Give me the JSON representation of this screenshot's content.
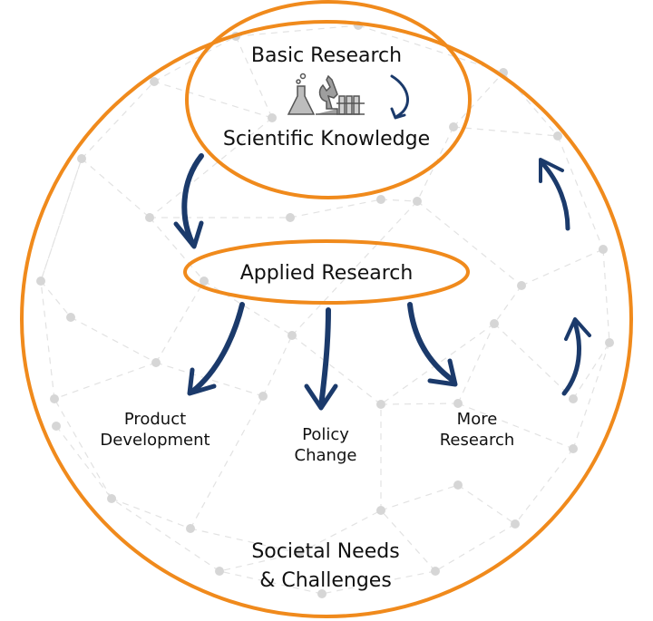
{
  "colors": {
    "ring": "#F08A1C",
    "arrow": "#1B3A6B",
    "network_dot": "#D6D6D6",
    "network_line": "#E2E2E2",
    "text": "#111111"
  },
  "labels": {
    "basic_research": "Basic Research",
    "scientific_knowledge": "Scientific Knowledge",
    "applied_research": "Applied Research",
    "product_line1": "Product",
    "product_line2": "Development",
    "policy_line1": "Policy",
    "policy_line2": "Change",
    "more_line1": "More",
    "more_line2": "Research",
    "societal_line1": "Societal Needs",
    "societal_line2": "& Challenges"
  },
  "icons": {
    "lab_equipment": "lab-equipment-icon"
  }
}
